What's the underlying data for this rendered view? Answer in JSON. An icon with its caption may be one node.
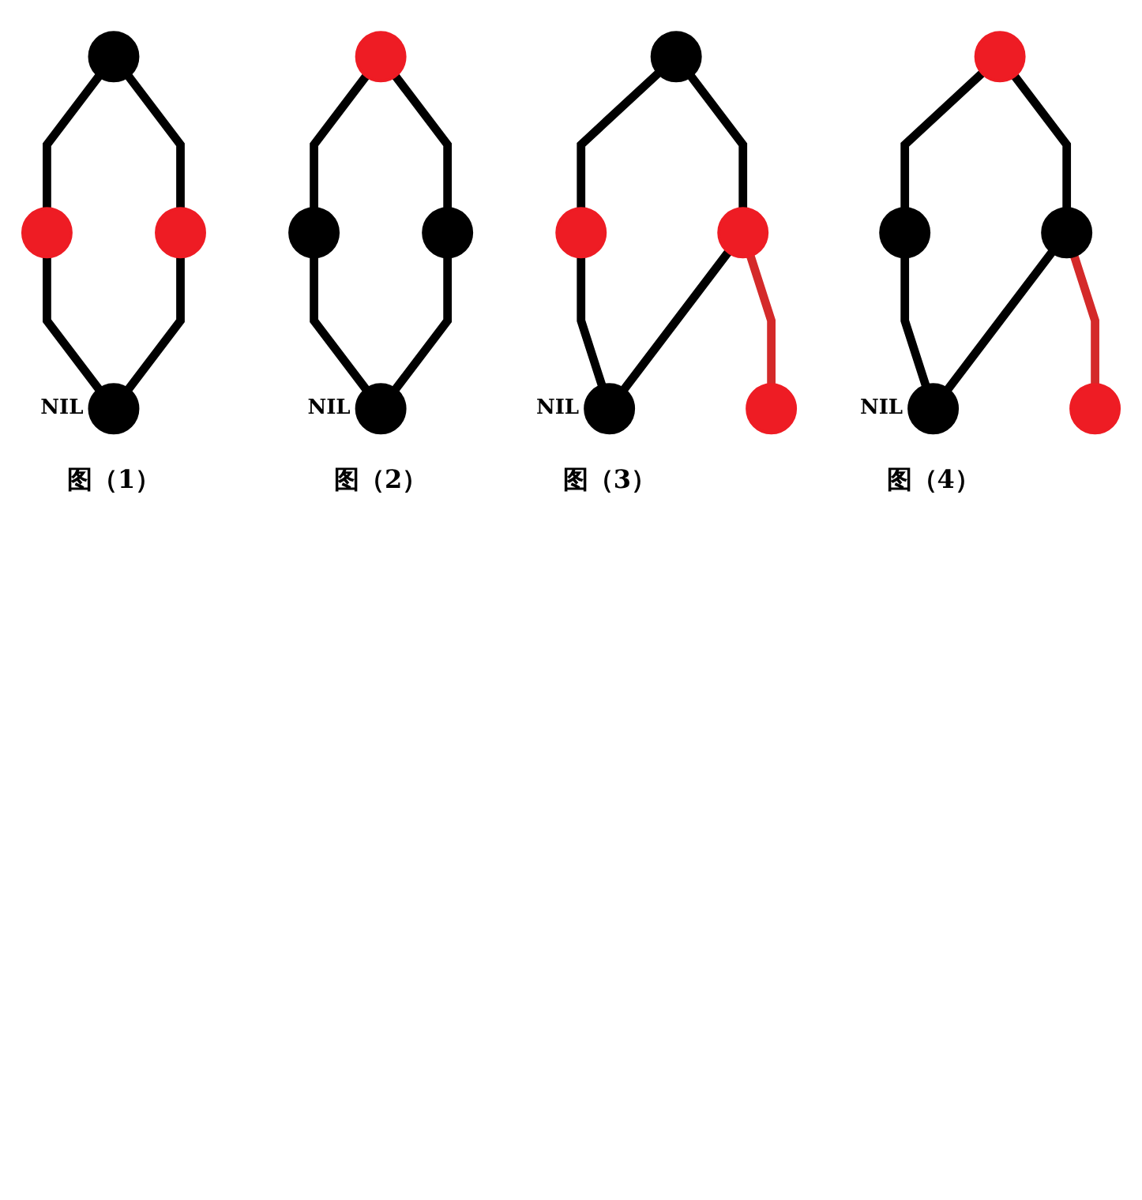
{
  "diagram": {
    "nodes": [
      {
        "text": [],
        "shape": "circle"
      },
      {
        "text": [],
        "shape": "circle"
      },
      {
        "text": [],
        "shape": "circle"
      },
      {
        "text": [],
        "shape": "circle",
        "beside": [
          "NIL"
        ]
      },
      {
        "text": [],
        "shape": "circle"
      },
      {
        "text": [],
        "shape": "circle"
      },
      {
        "text": [],
        "shape": "circle"
      },
      {
        "text": [],
        "shape": "circle",
        "beside": [
          "NIL"
        ]
      },
      {
        "text": [],
        "shape": "circle"
      },
      {
        "text": [],
        "shape": "circle"
      },
      {
        "text": [],
        "shape": "circle"
      },
      {
        "text": [],
        "shape": "circle",
        "beside": [
          "NIL"
        ]
      },
      {
        "text": [],
        "shape": "circle"
      },
      {
        "text": [],
        "shape": "circle"
      },
      {
        "text": [],
        "shape": "circle"
      },
      {
        "text": [],
        "shape": "circle"
      },
      {
        "text": [],
        "shape": "circle",
        "beside": [
          "NIL"
        ]
      },
      {
        "text": [],
        "shape": "circle"
      }
    ],
    "edges": [
      {
        "from": 0,
        "to": 1,
        "arrow": "none"
      },
      {
        "from": 0,
        "to": 2,
        "arrow": "none"
      },
      {
        "from": 1,
        "to": 3,
        "arrow": "none"
      },
      {
        "from": 2,
        "to": 3,
        "arrow": "none"
      },
      {
        "from": 4,
        "to": 5,
        "arrow": "none"
      },
      {
        "from": 4,
        "to": 6,
        "arrow": "none"
      },
      {
        "from": 5,
        "to": 7,
        "arrow": "none"
      },
      {
        "from": 6,
        "to": 7,
        "arrow": "none"
      },
      {
        "from": 8,
        "to": 9,
        "arrow": "none"
      },
      {
        "from": 8,
        "to": 10,
        "arrow": "none"
      },
      {
        "from": 9,
        "to": 11,
        "arrow": "none"
      },
      {
        "from": 10,
        "to": 11,
        "arrow": "none"
      },
      {
        "from": 10,
        "to": 12,
        "arrow": "none",
        "color": "#d42a2a"
      },
      {
        "from": 13,
        "to": 14,
        "arrow": "none"
      },
      {
        "from": 13,
        "to": 15,
        "arrow": "none"
      },
      {
        "from": 14,
        "to": 16,
        "arrow": "none"
      },
      {
        "from": 15,
        "to": 16,
        "arrow": "none"
      },
      {
        "from": 15,
        "to": 17,
        "arrow": "none",
        "color": "#d42a2a"
      }
    ],
    "labels": [
      "图（1）",
      "图（2）",
      "图（3）",
      "图（4）"
    ]
  }
}
